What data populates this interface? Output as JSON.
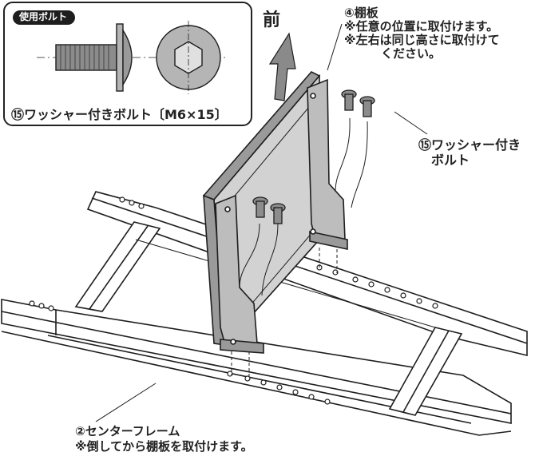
{
  "inset": {
    "tag": "使用ボルト",
    "caption": "⑮ワッシャー付きボルト〔M6×15〕"
  },
  "front_label": "前",
  "shelf_label": {
    "title": "④棚板",
    "note1": "※任意の位置に取付けます。",
    "note2a": "※左右は同じ高さに取付けて",
    "note2b": "ください。"
  },
  "bolt_label": {
    "line1": "⑮ワッシャー付き",
    "line2": "ボルト"
  },
  "frame_label": {
    "title": "②センターフレーム",
    "note": "※倒してから棚板を取付けます。"
  },
  "colors": {
    "line": "#1e1e1e",
    "panel": "#d2d2d2",
    "panel_dark": "#9a9a9a",
    "bracket": "#bdbdbd",
    "bolt": "#8c8c8c"
  }
}
